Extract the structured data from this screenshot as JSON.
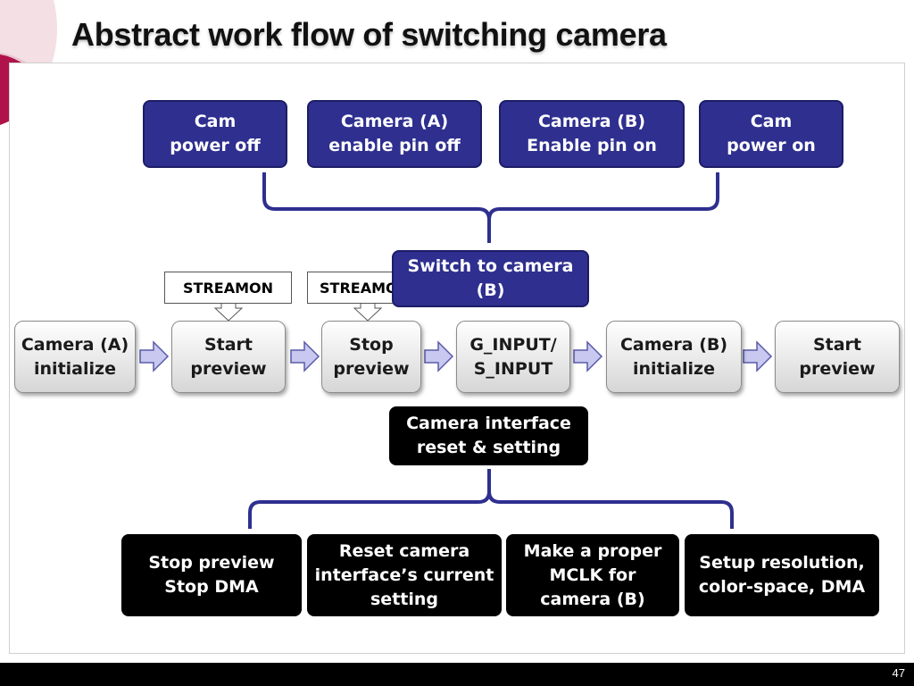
{
  "slide": {
    "title": "Abstract work flow of switching camera",
    "page_number": "47"
  },
  "top_steps": [
    "Cam\npower off",
    "Camera (A)\nenable pin off",
    "Camera (B)\nEnable pin on",
    "Cam\npower on"
  ],
  "switch_box": "Switch to camera\n(B)",
  "callouts": [
    "STREAMON",
    "STREAMOFF"
  ],
  "flow": [
    "Camera (A)\ninitialize",
    "Start\npreview",
    "Stop\npreview",
    "G_INPUT/\nS_INPUT",
    "Camera (B)\ninitialize",
    "Start\npreview"
  ],
  "interface_box": "Camera interface\nreset & setting",
  "bottom_steps": [
    "Stop preview\nStop DMA",
    "Reset camera\ninterface’s current\nsetting",
    "Make a proper\nMCLK for\ncamera (B)",
    "Setup resolution,\ncolor-space, DMA"
  ],
  "colors": {
    "blue_box": "#2e2f8f",
    "bracket": "#2e2f8f",
    "arrow_fill": "#c8c8f0",
    "black_box": "#000000"
  }
}
